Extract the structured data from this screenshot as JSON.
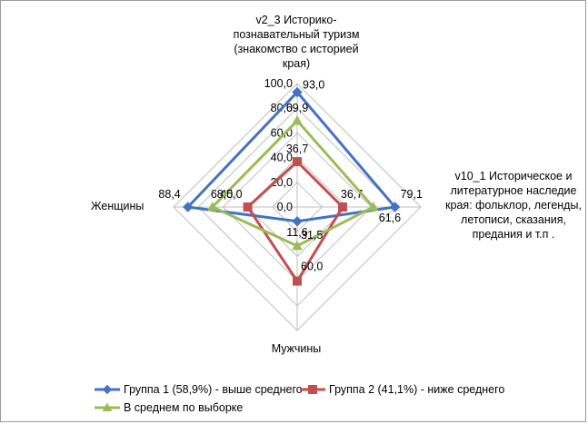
{
  "chart_data": {
    "type": "radar",
    "categories": [
      "v2_3 Историко-познавательный туризм (знакомство с историей края)",
      "v10_1 Историческое и литературное наследие края: фольклор, легенды, летописи, сказания, предания и т.п .",
      "Мужчины",
      "Женщины"
    ],
    "axis_label_lines": [
      [
        "v2_3 Историко-",
        "познавательный туризм",
        "(знакомство с историей",
        "края)"
      ],
      [
        "v10_1 Историческое и",
        "литературное наследие",
        "края: фольклор, легенды,",
        "летописи, сказания,",
        "предания и т.п ."
      ],
      [
        "Мужчины"
      ],
      [
        "Женщины"
      ]
    ],
    "rlim": [
      0,
      100
    ],
    "ticks": [
      "0,0",
      "20,0",
      "40,0",
      "60,0",
      "80,0",
      "100,0"
    ],
    "tick_values": [
      0,
      20,
      40,
      60,
      80,
      100
    ],
    "grid": true,
    "legend_position": "bottom",
    "series": [
      {
        "name": "Группа 1 (58,9%) - выше среднего",
        "values": [
          93.0,
          79.1,
          11.6,
          88.4
        ],
        "labels": [
          "93,0",
          "79,1",
          "11,6",
          "88,4"
        ],
        "color": "#4472c4",
        "marker": "diamond"
      },
      {
        "name": "Группа 2 (41,1%) - ниже среднего",
        "values": [
          36.7,
          36.7,
          60.0,
          40.0
        ],
        "labels": [
          "36,7",
          "36,7",
          "60,0",
          "40,0"
        ],
        "color": "#c0504d",
        "marker": "square"
      },
      {
        "name": "В среднем по выборке",
        "values": [
          69.9,
          61.6,
          31.5,
          68.5
        ],
        "labels": [
          "69,9",
          "61,6",
          "31,5",
          "68,5"
        ],
        "color": "#9bbb59",
        "marker": "triangle"
      }
    ]
  }
}
